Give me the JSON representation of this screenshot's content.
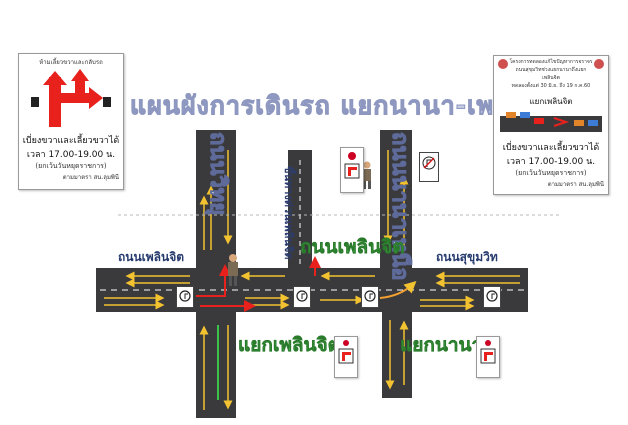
{
  "title": "แผนผังการเดินรถ แยกนานา-เพลินจิต",
  "roads": {
    "ploenchit": "ถนนเพลินจิต",
    "sukhumvit": "ถนนสุขุมวิท",
    "wireless": "ถนนวิทยุ",
    "nana": "ถนนนานาเหนือ",
    "expressway": "ขึ้นทางด่วนเพลินจิต",
    "ploenchit_green": "ถนนเพลินจิต"
  },
  "junctions": {
    "ploenchit": "แยกเพลินจิต",
    "nana": "แยกนานา"
  },
  "left_sign": {
    "header": "ห้ามเลี้ยวขวาและกลับรถ",
    "line1": "เบี่ยงขวาและเลี้ยวขวาได้",
    "line2": "เวลา 17.00-19.00 น.",
    "line3": "(ยกเว้นวันหยุดราชการ)",
    "footer": "ตามมาตรา สน.ลุมพินี"
  },
  "right_sign": {
    "header": "โครงการทดลองแก้ไขปัญหาการจราจร",
    "header2": "ถนนสุขุมวิทช่วงแยกนานาถึงแยกเพลินจิต",
    "header3": "ทดลองตั้งแต่ 30 มิ.ย. ถึง 19 ก.ค.60",
    "junction": "แยกเพลินจิต",
    "line1": "เบี่ยงขวาและเลี้ยวขวาได้",
    "line2": "เวลา 17.00-19.00 น.",
    "line3": "(ยกเว้นวันหยุดราชการ)",
    "footer": "ตามมาตรา สน.ลุมพินี"
  },
  "colors": {
    "road": "#3a3a3c",
    "lane_marking": "#f2c230",
    "arrow_red": "#e8211d",
    "label_green": "#49b64b",
    "title_fill": "#c5cbe3"
  }
}
